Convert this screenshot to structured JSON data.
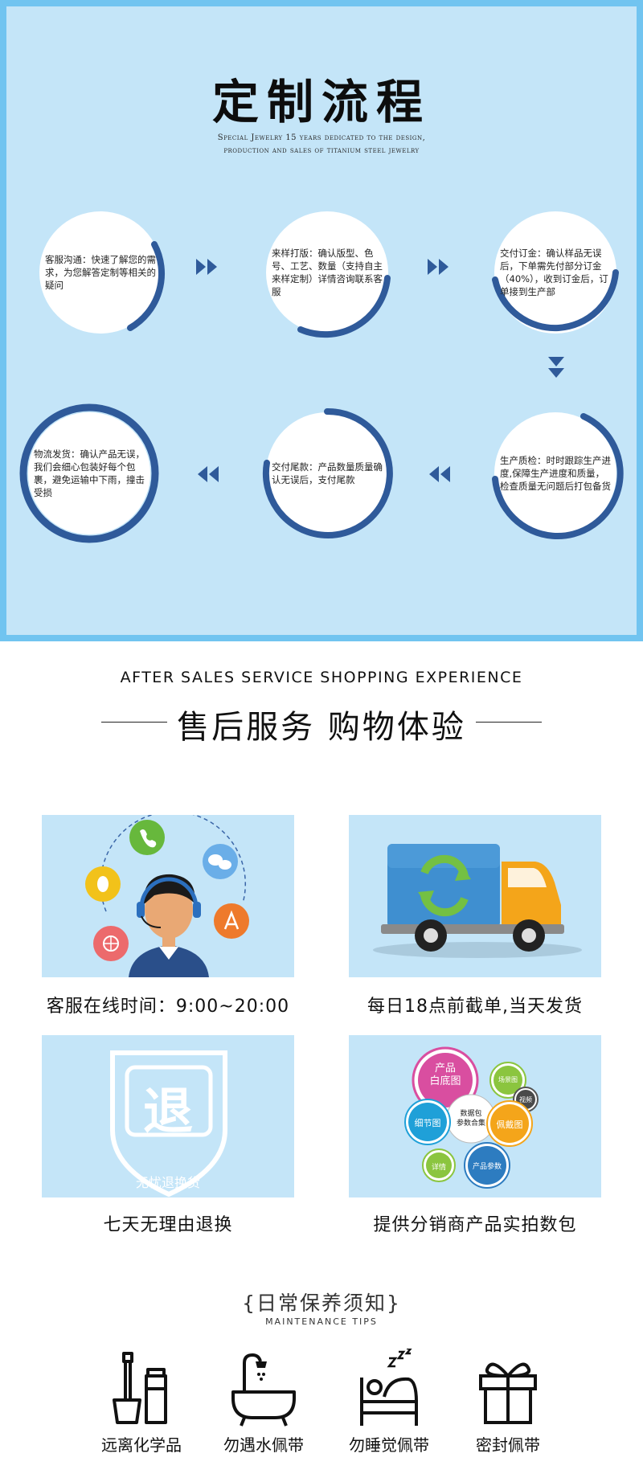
{
  "process": {
    "title": "定制流程",
    "subtitle_line1": "Special Jewelry 15 years dedicated to the design,",
    "subtitle_line2": "production and sales of titanium steel jewelry",
    "steps": [
      {
        "text": "客服沟通：快速了解您的需求，为您解答定制等相关的疑问"
      },
      {
        "text": "来样打版：确认版型、色号、工艺、数量（支持自主来样定制）详情咨询联系客服"
      },
      {
        "text": "交付订金：确认样品无误后，下单需先付部分订金（40%），收到订金后，订单接到生产部"
      },
      {
        "text": "生产质检：时时跟踪生产进度,保障生产进度和质量，检查质量无问题后打包备货"
      },
      {
        "text": "交付尾款：产品数量质量确认无误后，支付尾款"
      },
      {
        "text": "物流发货：确认产品无误，我们会细心包装好每个包裹，避免运输中下雨，撞击受损"
      }
    ]
  },
  "after_sales": {
    "title_en": "AFTER SALES SERVICE SHOPPING EXPERIENCE",
    "title_cn": "售后服务 购物体验",
    "cards": [
      {
        "caption": "客服在线时间：9:00~20:00"
      },
      {
        "caption": "每日18点前截单,当天发货"
      },
      {
        "caption": "七天无理由退换",
        "badge_char": "退",
        "badge_text": "无忧退换货"
      },
      {
        "caption": "提供分销商产品实拍数包",
        "bubbles": [
          "产品",
          "白底图",
          "场景图",
          "视频",
          "数据包",
          "参数合集",
          "细节图",
          "佩戴图",
          "详情",
          "产品参数"
        ]
      }
    ]
  },
  "maintenance": {
    "title_cn": "{日常保养须知}",
    "title_en": "MAINTENANCE TIPS",
    "items": [
      {
        "label": "远离化学品",
        "icon": "chemical-bottles-icon"
      },
      {
        "label": "勿遇水佩带",
        "icon": "bathtub-icon"
      },
      {
        "label": "勿睡觉佩带",
        "icon": "sleeping-bed-icon"
      },
      {
        "label": "密封佩带",
        "icon": "gift-box-icon"
      }
    ]
  },
  "colors": {
    "panel": "#c4e5f8",
    "border": "#71c4f0",
    "ring": "#2f5a9a"
  }
}
